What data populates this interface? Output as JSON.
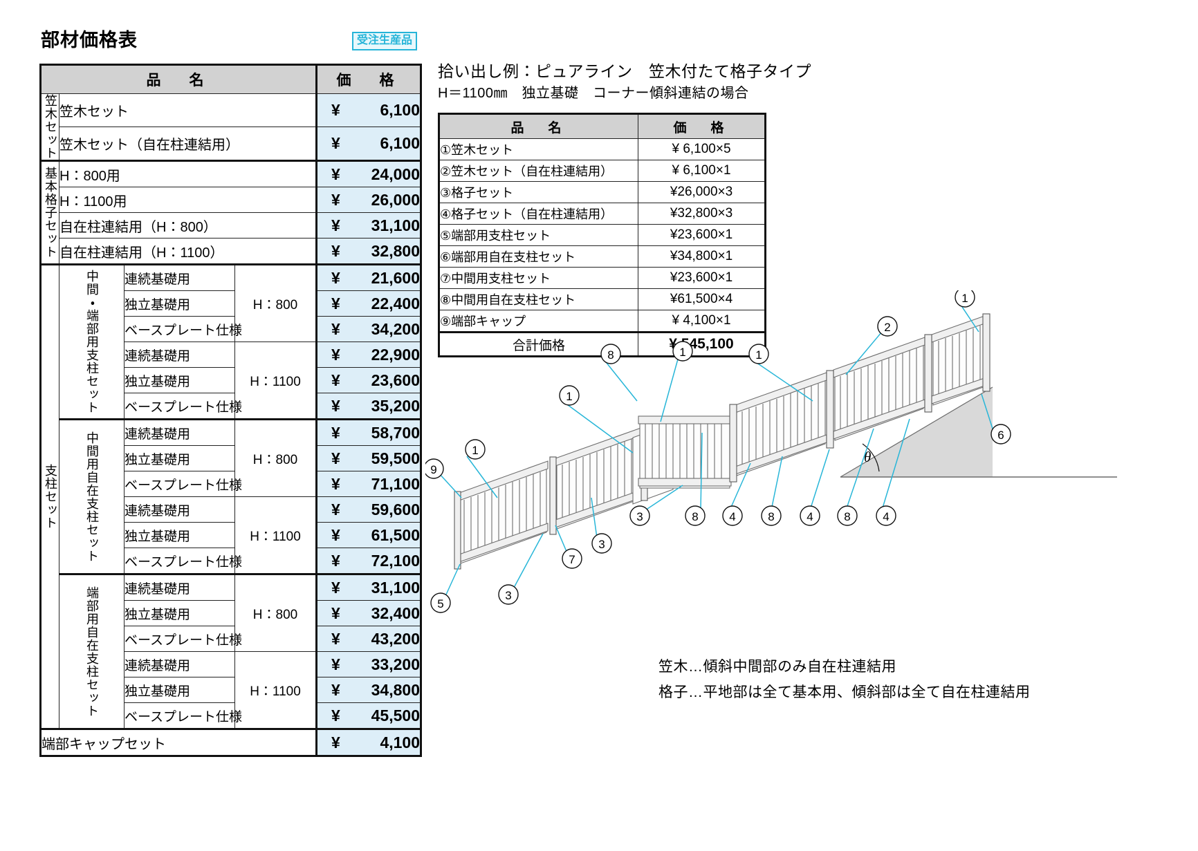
{
  "document": {
    "title": "部材価格表",
    "badge": "受注生産品"
  },
  "price_table": {
    "headers": {
      "name": "品　名",
      "price": "価　格"
    },
    "groups": [
      {
        "label": "笠木セット",
        "rows": [
          {
            "name": "笠木セット",
            "height": "",
            "price": "¥ 6,100"
          },
          {
            "name": "笠木セット（自在柱連結用）",
            "height": "",
            "price": "¥ 6,100"
          }
        ]
      },
      {
        "label": "基本格子セット",
        "rows": [
          {
            "name": "H：800用",
            "height": "",
            "price": "¥ 24,000"
          },
          {
            "name": "H：1100用",
            "height": "",
            "price": "¥ 26,000"
          },
          {
            "name": "自在柱連結用（H：800）",
            "height": "",
            "price": "¥ 31,100"
          },
          {
            "name": "自在柱連結用（H：1100）",
            "height": "",
            "price": "¥ 32,800"
          }
        ]
      }
    ],
    "post_group_label": "支柱セット",
    "post_subgroups": [
      {
        "label": "中間・端部用支柱セット",
        "rows": [
          {
            "name": "連続基礎用",
            "height": "H：800",
            "price": "¥ 21,600"
          },
          {
            "name": "独立基礎用",
            "height": "H：800",
            "price": "¥ 22,400"
          },
          {
            "name": "ベースプレート仕様",
            "height": "H：800",
            "price": "¥ 34,200"
          },
          {
            "name": "連続基礎用",
            "height": "H：1100",
            "price": "¥ 22,900"
          },
          {
            "name": "独立基礎用",
            "height": "H：1100",
            "price": "¥ 23,600"
          },
          {
            "name": "ベースプレート仕様",
            "height": "H：1100",
            "price": "¥ 35,200"
          }
        ]
      },
      {
        "label": "中間用自在支柱セット",
        "rows": [
          {
            "name": "連続基礎用",
            "height": "H：800",
            "price": "¥ 58,700"
          },
          {
            "name": "独立基礎用",
            "height": "H：800",
            "price": "¥ 59,500"
          },
          {
            "name": "ベースプレート仕様",
            "height": "H：800",
            "price": "¥ 71,100"
          },
          {
            "name": "連続基礎用",
            "height": "H：1100",
            "price": "¥ 59,600"
          },
          {
            "name": "独立基礎用",
            "height": "H：1100",
            "price": "¥ 61,500"
          },
          {
            "name": "ベースプレート仕様",
            "height": "H：1100",
            "price": "¥ 72,100"
          }
        ]
      },
      {
        "label": "端部用自在支柱セット",
        "rows": [
          {
            "name": "連続基礎用",
            "height": "H：800",
            "price": "¥ 31,100"
          },
          {
            "name": "独立基礎用",
            "height": "H：800",
            "price": "¥ 32,400"
          },
          {
            "name": "ベースプレート仕様",
            "height": "H：800",
            "price": "¥ 43,200"
          },
          {
            "name": "連続基礎用",
            "height": "H：1100",
            "price": "¥ 33,200"
          },
          {
            "name": "独立基礎用",
            "height": "H：1100",
            "price": "¥ 34,800"
          },
          {
            "name": "ベースプレート仕様",
            "height": "H：1100",
            "price": "¥ 45,500"
          }
        ]
      }
    ],
    "final_row": {
      "name": "端部キャップセット",
      "price": "¥ 4,100"
    }
  },
  "example": {
    "title": "拾い出し例：ピュアライン　笠木付たて格子タイプ",
    "subtitle": "H＝1100㎜　独立基礎　コーナー傾斜連結の場合",
    "headers": {
      "name": "品　名",
      "price": "価　格"
    },
    "rows": [
      {
        "name": "①笠木セット",
        "price": "¥  6,100×5"
      },
      {
        "name": "②笠木セット（自在柱連結用）",
        "price": "¥  6,100×1"
      },
      {
        "name": "③格子セット",
        "price": "¥26,000×3"
      },
      {
        "name": "④格子セット（自在柱連結用）",
        "price": "¥32,800×3"
      },
      {
        "name": "⑤端部用支柱セット",
        "price": "¥23,600×1"
      },
      {
        "name": "⑥端部用自在支柱セット",
        "price": "¥34,800×1"
      },
      {
        "name": "⑦中間用支柱セット",
        "price": "¥23,600×1"
      },
      {
        "name": "⑧中間用自在支柱セット",
        "price": "¥61,500×4"
      },
      {
        "name": "⑨端部キャップ",
        "price": "¥  4,100×1"
      }
    ],
    "total": {
      "label": "合計価格",
      "price": "¥ 545,100"
    }
  },
  "notes": [
    "笠木…傾斜中間部のみ自在柱連結用",
    "格子…平地部は全て基本用、傾斜部は全て自在柱連結用"
  ],
  "illustration": {
    "angle_label": "θ",
    "callouts": [
      "①",
      "②",
      "③",
      "④",
      "⑤",
      "⑥",
      "⑦",
      "⑧",
      "⑨"
    ],
    "accent_color": "#28b6d8"
  }
}
